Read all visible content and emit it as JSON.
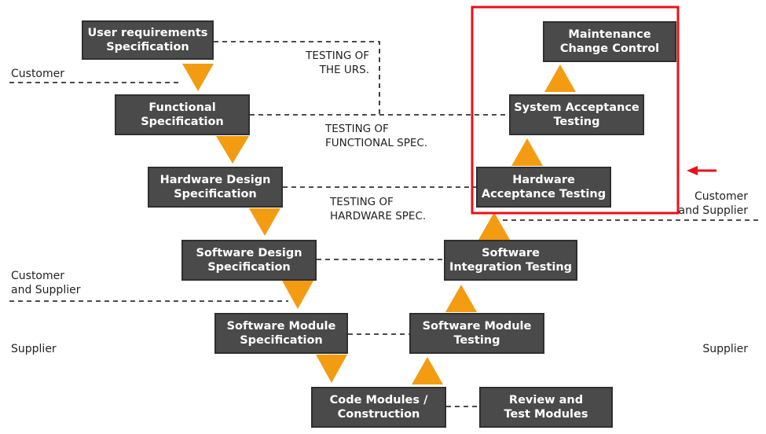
{
  "boxes": {
    "user_req": [
      "User requirements",
      "Specification"
    ],
    "functional": [
      "Functional",
      "Specification"
    ],
    "hw_design": [
      "Hardware Design",
      "Specification"
    ],
    "sw_design": [
      "Software Design",
      "Specification"
    ],
    "sw_module_spec": [
      "Software Module",
      "Specification"
    ],
    "code_modules": [
      "Code Modules /",
      "Construction"
    ],
    "review": [
      "Review and",
      "Test Modules"
    ],
    "sw_module_test": [
      "Software Module",
      "Testing"
    ],
    "sw_integration": [
      "Software",
      "Integration Testing"
    ],
    "hw_acceptance": [
      "Hardware",
      "Acceptance Testing"
    ],
    "system_acceptance": [
      "System Acceptance",
      "Testing"
    ],
    "maintenance": [
      "Maintenance",
      "Change Control"
    ]
  },
  "tests": {
    "urs": [
      "TESTING OF",
      "THE URS."
    ],
    "functional": [
      "TESTING OF",
      "FUNCTIONAL SPEC."
    ],
    "hardware": [
      "TESTING OF",
      "HARDWARE SPEC."
    ]
  },
  "roles": {
    "customer": "Customer",
    "customer_supplier_left": [
      "Customer",
      "and Supplier"
    ],
    "supplier_left": "Supplier",
    "customer_supplier_right": [
      "Customer",
      "and Supplier"
    ],
    "supplier_right": "Supplier"
  },
  "colors": {
    "box": "#4a4a4a",
    "arrow": "#f39c12",
    "highlight": "#e8101a"
  }
}
